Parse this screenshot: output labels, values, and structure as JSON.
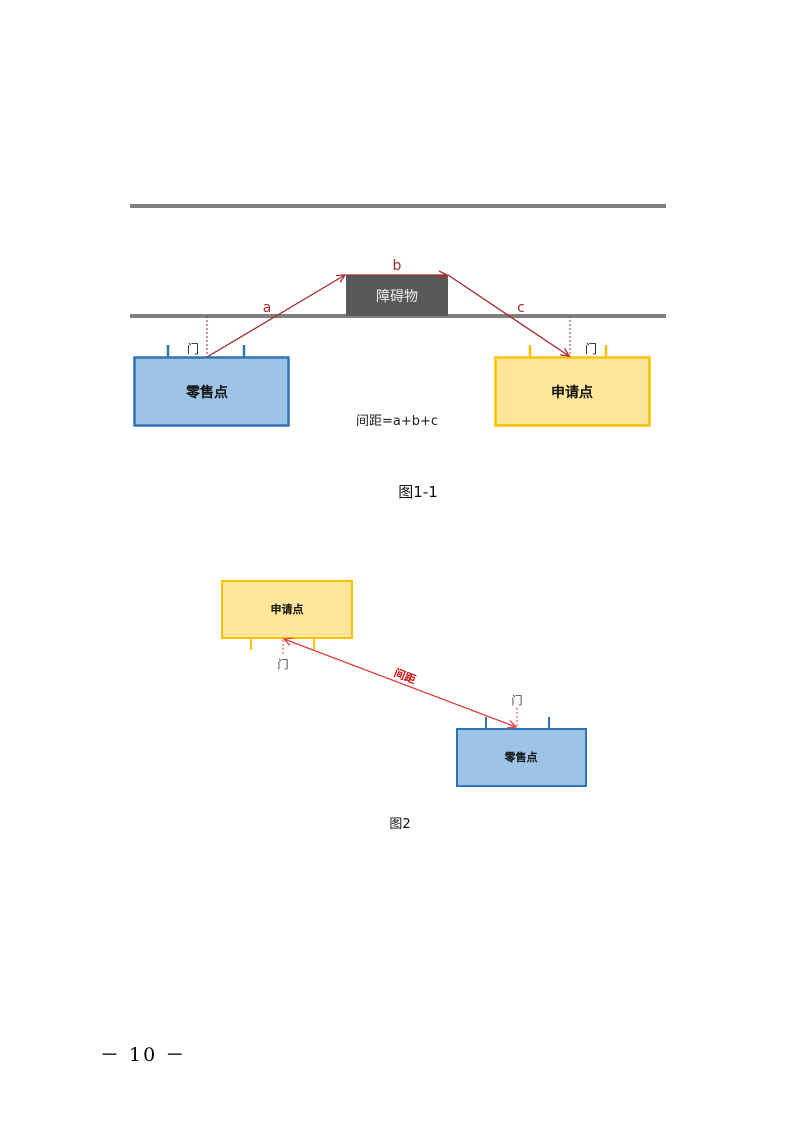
{
  "figure1": {
    "obstacle_label": "障碍物",
    "segment_a": "a",
    "segment_b": "b",
    "segment_c": "c",
    "retail_label": "零售点",
    "apply_label": "申请点",
    "door_left": "门",
    "door_right": "门",
    "formula": "间距=a+b+c",
    "caption": "图1-1"
  },
  "figure2": {
    "apply_label": "申请点",
    "retail_label": "零售点",
    "door_apply": "门",
    "door_retail": "门",
    "distance_label": "间距",
    "caption": "图2"
  },
  "colors": {
    "road": "#7f7f7f",
    "obstacle": "#595959",
    "retail_fill": "#9dc3e6",
    "retail_stroke": "#2e75b6",
    "apply_fill": "#ffe699",
    "apply_stroke": "#ffc000",
    "arrow1": "#a52a2a",
    "arrow2": "#e03c3c"
  },
  "footer": {
    "page_number": "－ 10 －"
  }
}
